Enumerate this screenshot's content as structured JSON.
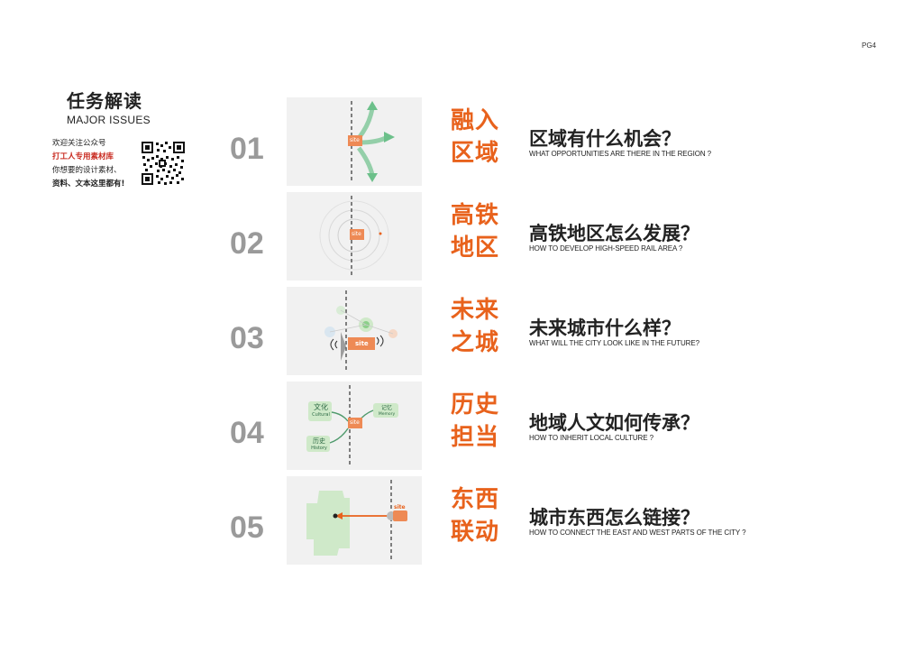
{
  "page_label": "PG4",
  "header": {
    "title_cn": "任务解读",
    "title_en": "MAJOR ISSUES"
  },
  "promo": {
    "line1": "欢迎关注公众号",
    "line2": "打工人专用素材库",
    "line3": "你想要的设计素材、",
    "line4": "资料、文本这里都有!"
  },
  "colors": {
    "accent": "#e8621c",
    "number_gray": "#9a9a9a",
    "thumb_bg": "#f1f1f1",
    "green": "#6cc08a"
  },
  "thumb_label": "site",
  "issues": [
    {
      "number": "01",
      "keyword_line1": "融入",
      "keyword_line2": "区域",
      "question_cn": "区域有什么机会？",
      "question_en": "WHAT OPPORTUNITIES ARE THERE IN THE REGION ?"
    },
    {
      "number": "02",
      "keyword_line1": "高铁",
      "keyword_line2": "地区",
      "question_cn": "高铁地区怎么发展？",
      "question_en": "HOW TO DEVELOP HIGH-SPEED RAIL AREA ?"
    },
    {
      "number": "03",
      "keyword_line1": "未来",
      "keyword_line2": "之城",
      "question_cn": "未来城市什么样？",
      "question_en": "WHAT WILL THE CITY LOOK LIKE IN THE FUTURE?"
    },
    {
      "number": "04",
      "keyword_line1": "历史",
      "keyword_line2": "担当",
      "question_cn": "地域人文如何传承？",
      "question_en": "HOW TO INHERIT LOCAL CULTURE ?",
      "thumb_labels": {
        "culture_cn": "文化",
        "culture_en": "Cultural",
        "history_cn": "历史",
        "history_en": "History",
        "memory_cn": "记忆",
        "memory_en": "Memory"
      }
    },
    {
      "number": "05",
      "keyword_line1": "东西",
      "keyword_line2": "联动",
      "question_cn": "城市东西怎么链接？",
      "question_en": "HOW TO CONNECT THE EAST AND WEST PARTS OF THE CITY ?"
    }
  ]
}
